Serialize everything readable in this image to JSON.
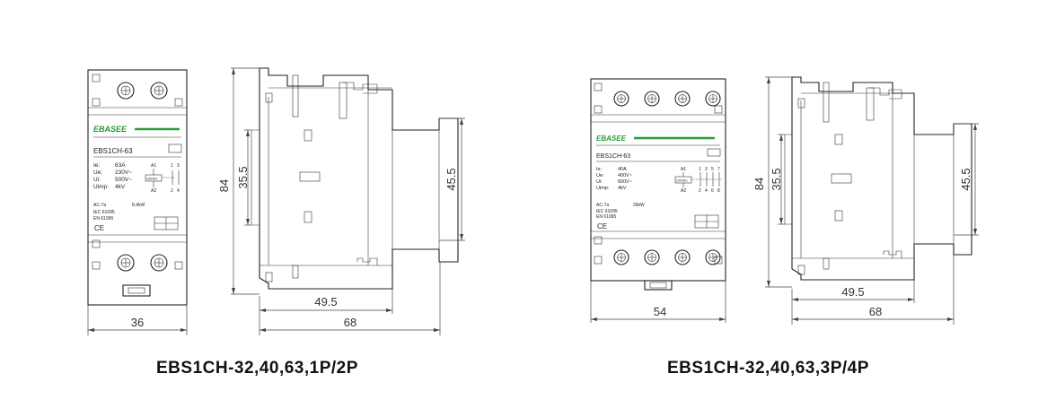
{
  "left": {
    "caption": "EBS1CH-32,40,63,1P/2P",
    "brand": "EBASEE",
    "model": "EBS1CH-63",
    "specs": [
      {
        "k": "Ie:",
        "v": "63A"
      },
      {
        "k": "Ue:",
        "v": "230V~"
      },
      {
        "k": "Ui:",
        "v": "500V~"
      },
      {
        "k": "Uimp:",
        "v": "4kV"
      }
    ],
    "ac_left": "AC-7a",
    "ac_right": "8.4kW",
    "iec": "IEC  61095",
    "en": "EN  61095",
    "ce": "CE",
    "coil_label": "230VAC",
    "terminal_a1": "A1",
    "terminal_a2": "A2",
    "terminal_top": [
      "1",
      "3"
    ],
    "terminal_bottom": [
      "2",
      "4"
    ],
    "dims": {
      "height": "84",
      "inner": "35.5",
      "right": "45.5",
      "width_front": "36",
      "depth_inner": "49.5",
      "depth_total": "68"
    }
  },
  "right": {
    "caption": "EBS1CH-32,40,63,3P/4P",
    "brand": "EBASEE",
    "model": "EBS1CH-63",
    "specs": [
      {
        "k": "Ie:",
        "v": "40A"
      },
      {
        "k": "Ue:",
        "v": "400V~"
      },
      {
        "k": "Ui:",
        "v": "500V~"
      },
      {
        "k": "Uimp:",
        "v": "4kV"
      }
    ],
    "ac_left": "AC-7a",
    "ac_right": "26kW",
    "iec": "IEC  61095",
    "en": "EN  61095",
    "ce": "CE",
    "coil_label": "230VAC",
    "terminal_a1": "A1",
    "terminal_a2": "A2",
    "terminal_top": [
      "1",
      "3",
      "5",
      "7"
    ],
    "terminal_bottom": [
      "2",
      "4",
      "6",
      "8"
    ],
    "dims": {
      "height": "84",
      "inner": "35.5",
      "right": "45.5",
      "width_front": "54",
      "depth_inner": "49.5",
      "depth_total": "68"
    }
  },
  "colors": {
    "brand_green": "#2a9a3a",
    "line": "#222222"
  }
}
